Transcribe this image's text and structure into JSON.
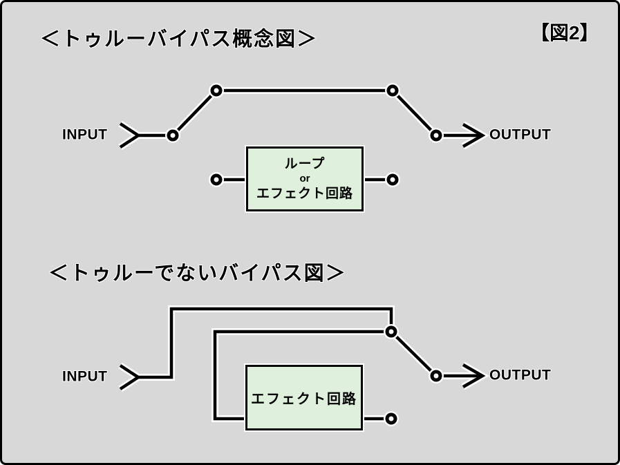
{
  "figure_label": "【図2】",
  "colors": {
    "background": "#d8d8d8",
    "box_fill": "#dff0dc",
    "line": "#000000",
    "halo": "#ffffff"
  },
  "icons": {
    "input_jack": "chevron-right",
    "output_arrow": "arrow-right",
    "terminal": "open-circle"
  },
  "diagram_true_bypass": {
    "title": "＜トゥルーバイパス概念図＞",
    "input_label": "INPUT",
    "output_label": "OUTPUT",
    "box_lines": [
      "ループ",
      "or",
      "エフェクト回路"
    ]
  },
  "diagram_not_true_bypass": {
    "title": "＜トゥルーでないバイパス図＞",
    "input_label": "INPUT",
    "output_label": "OUTPUT",
    "box_label": "エフェクト回路"
  }
}
